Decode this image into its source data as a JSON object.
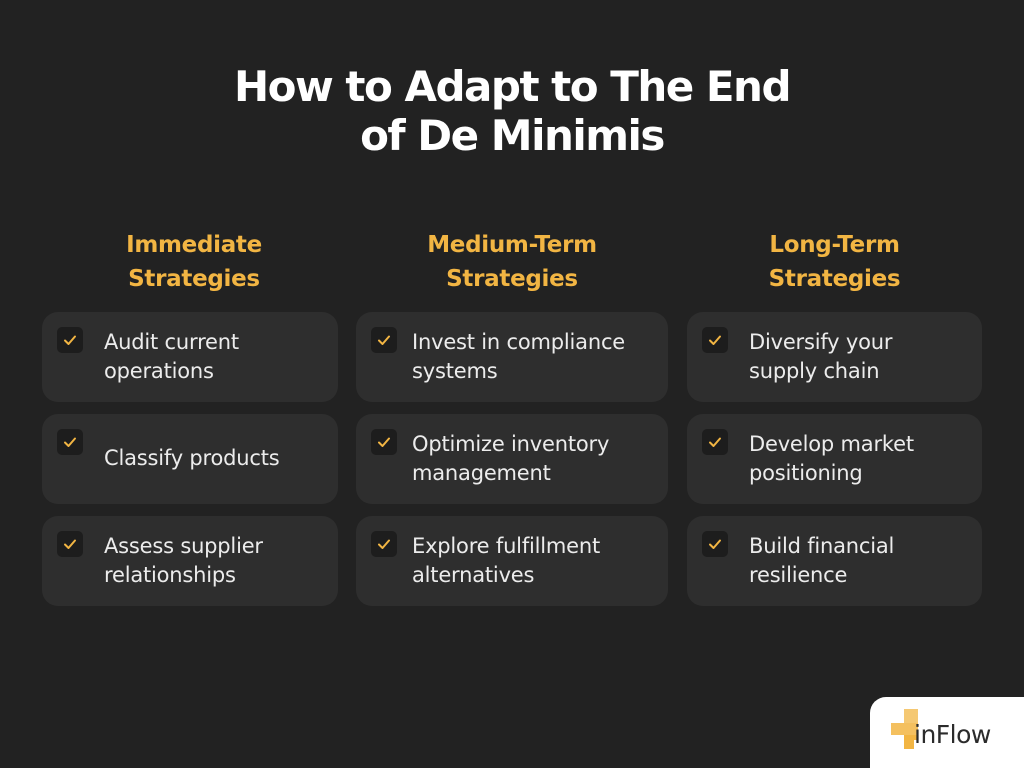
{
  "title": {
    "line1": "How to Adapt to The End",
    "line2": "of De Minimis"
  },
  "accent_color": "#f2b543",
  "columns": [
    {
      "heading_line1": "Immediate",
      "heading_line2": "Strategies",
      "items": [
        {
          "line1": "Audit current",
          "line2": "operations"
        },
        {
          "line1": "Classify products",
          "line2": ""
        },
        {
          "line1": "Assess supplier",
          "line2": "relationships"
        }
      ]
    },
    {
      "heading_line1": "Medium-Term",
      "heading_line2": "Strategies",
      "items": [
        {
          "line1": "Invest in compliance",
          "line2": "systems"
        },
        {
          "line1": "Optimize inventory",
          "line2": "management"
        },
        {
          "line1": "Explore fulfillment",
          "line2": "alternatives"
        }
      ]
    },
    {
      "heading_line1": "Long-Term",
      "heading_line2": "Strategies",
      "items": [
        {
          "line1": "Diversify your",
          "line2": "supply chain"
        },
        {
          "line1": "Develop market",
          "line2": "positioning"
        },
        {
          "line1": "Build financial",
          "line2": "resilience"
        }
      ]
    }
  ],
  "icons": {
    "check": "checkmark-icon",
    "logo": "inflow-logo-mark"
  },
  "brand": {
    "name": "inFlow"
  }
}
